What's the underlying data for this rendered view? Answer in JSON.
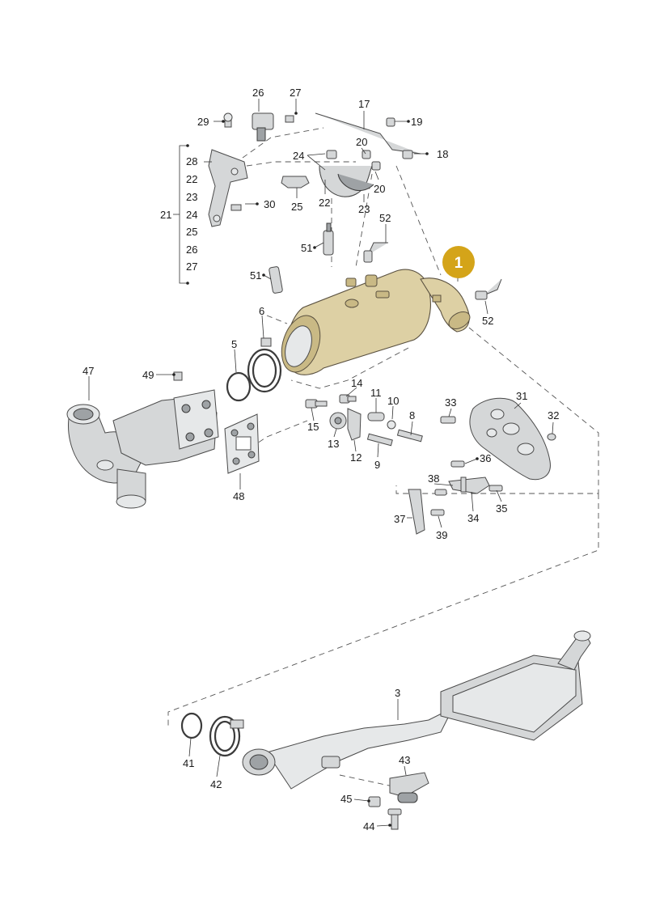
{
  "highlight": {
    "label": "1",
    "color": "#d4a419",
    "part_color": "#ddd0a4"
  },
  "callouts": {
    "c1": "1",
    "c3": "3",
    "c5": "5",
    "c6": "6",
    "c8": "8",
    "c9": "9",
    "c10": "10",
    "c11": "11",
    "c12": "12",
    "c13": "13",
    "c14": "14",
    "c15": "15",
    "c17": "17",
    "c18": "18",
    "c19": "19",
    "c20a": "20",
    "c20b": "20",
    "c21": "21",
    "c22a": "22",
    "c22b": "22",
    "c23a": "23",
    "c23b": "23",
    "c24a": "24",
    "c24b": "24",
    "c25a": "25",
    "c25b": "25",
    "c26a": "26",
    "c26b": "26",
    "c27a": "27",
    "c27b": "27",
    "c28": "28",
    "c29": "29",
    "c30": "30",
    "c31": "31",
    "c32": "32",
    "c33": "33",
    "c34": "34",
    "c35": "35",
    "c36": "36",
    "c37": "37",
    "c38": "38",
    "c39": "39",
    "c41": "41",
    "c42": "42",
    "c43": "43",
    "c44": "44",
    "c45": "45",
    "c47": "47",
    "c48": "48",
    "c49": "49",
    "c51a": "51",
    "c51b": "51",
    "c52a": "52",
    "c52b": "52"
  }
}
